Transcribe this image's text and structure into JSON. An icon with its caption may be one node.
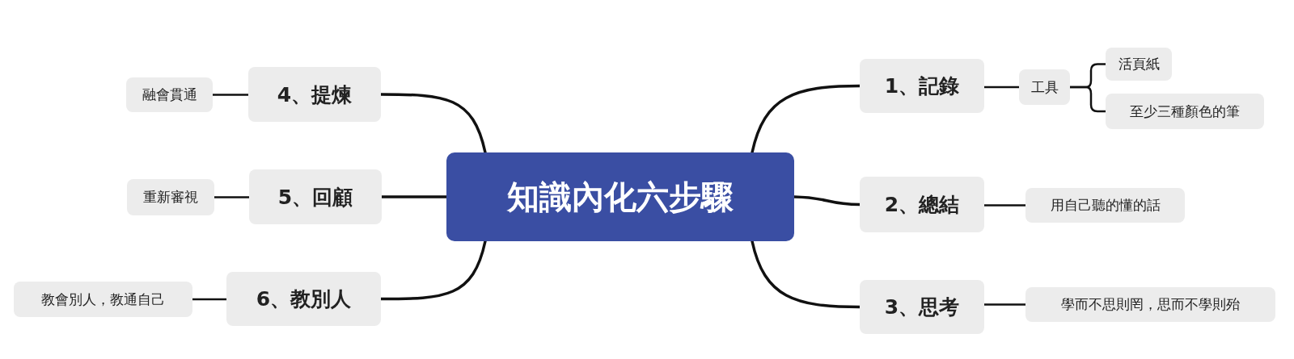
{
  "diagram": {
    "nodes": [
      {
        "text": [
          "知識內化六步驟"
        ]
      },
      {
        "text": [
          "1、記錄"
        ]
      },
      {
        "text": [
          "工具"
        ]
      },
      {
        "text": [
          "活頁紙"
        ]
      },
      {
        "text": [
          "至少三種顏色的筆"
        ]
      },
      {
        "text": [
          "2、總結"
        ]
      },
      {
        "text": [
          "用自己聽的懂的話"
        ]
      },
      {
        "text": [
          "3、思考"
        ]
      },
      {
        "text": [
          "學而不思則罔，思而不學則殆"
        ]
      },
      {
        "text": [
          "4、提煉"
        ]
      },
      {
        "text": [
          "融會貫通"
        ]
      },
      {
        "text": [
          "5、回顧"
        ]
      },
      {
        "text": [
          "重新審視"
        ]
      },
      {
        "text": [
          "6、教別人"
        ]
      },
      {
        "text": [
          "教會別人，教通自己"
        ]
      }
    ],
    "edges": [
      {
        "from": 0,
        "to": 1,
        "arrow": "none"
      },
      {
        "from": 1,
        "to": 2,
        "arrow": "none"
      },
      {
        "from": 2,
        "to": 3,
        "arrow": "none"
      },
      {
        "from": 2,
        "to": 4,
        "arrow": "none"
      },
      {
        "from": 0,
        "to": 5,
        "arrow": "none"
      },
      {
        "from": 5,
        "to": 6,
        "arrow": "none"
      },
      {
        "from": 0,
        "to": 7,
        "arrow": "none"
      },
      {
        "from": 7,
        "to": 8,
        "arrow": "none"
      },
      {
        "from": 0,
        "to": 9,
        "arrow": "none"
      },
      {
        "from": 9,
        "to": 10,
        "arrow": "none"
      },
      {
        "from": 0,
        "to": 11,
        "arrow": "none"
      },
      {
        "from": 11,
        "to": 12,
        "arrow": "none"
      },
      {
        "from": 0,
        "to": 13,
        "arrow": "none"
      },
      {
        "from": 13,
        "to": 14,
        "arrow": "none"
      }
    ]
  }
}
